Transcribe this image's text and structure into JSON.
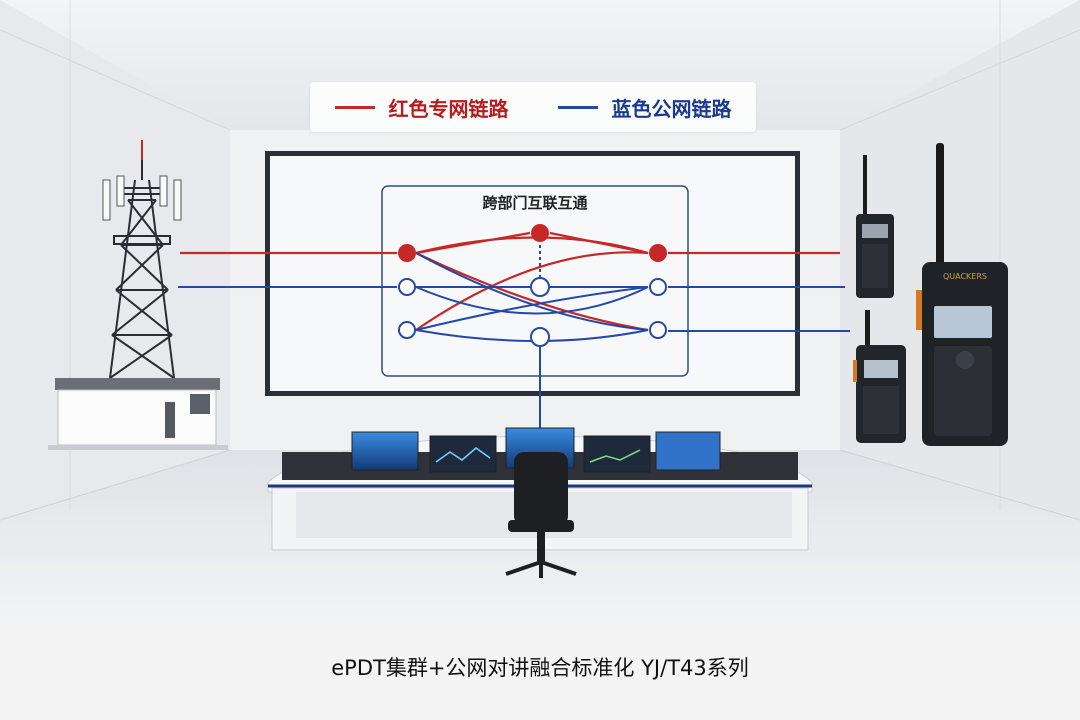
{
  "legend": {
    "red_label": "红色专网链路",
    "blue_label": "蓝色公网链路",
    "red_color": "#c62828",
    "blue_color": "#2348a8"
  },
  "diagram": {
    "title": "跨部门互联互通"
  },
  "radio": {
    "brand_text": "QUACKERS"
  },
  "caption": {
    "text": "ePDT集群+公网对讲融合标准化 YJ/T43系列"
  }
}
